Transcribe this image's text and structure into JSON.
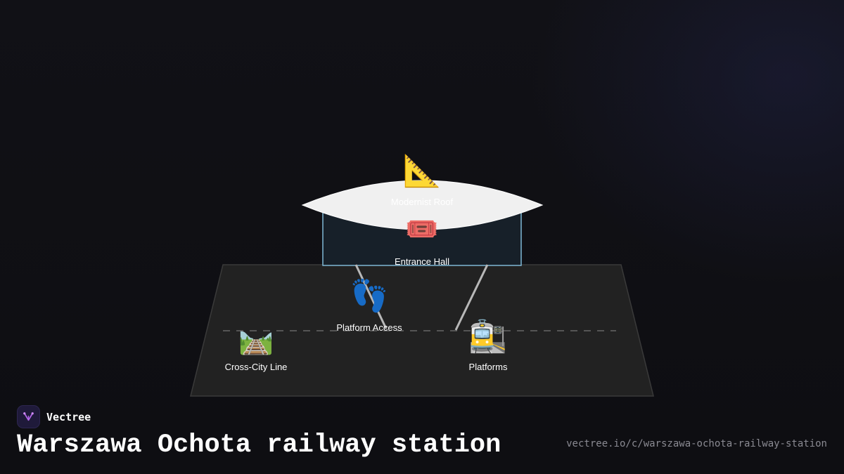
{
  "diagram": {
    "nodes": [
      {
        "id": "roof",
        "label": "Modernist Roof",
        "icon": "triangular-ruler-icon",
        "glyph": "📐"
      },
      {
        "id": "hall",
        "label": "Entrance Hall",
        "icon": "ticket-icon",
        "glyph": "🎟️"
      },
      {
        "id": "access",
        "label": "Platform Access",
        "icon": "footprints-icon",
        "glyph": "👣"
      },
      {
        "id": "line",
        "label": "Cross-City Line",
        "icon": "railway-track-icon",
        "glyph": "🛤️"
      },
      {
        "id": "platforms",
        "label": "Platforms",
        "icon": "train-station-icon",
        "glyph": "🚉"
      }
    ],
    "colors": {
      "roof_fill": "#f0f0f0",
      "hall_fill": "#172029",
      "hall_stroke": "#7fb8d6",
      "ground_fill": "#222222",
      "ground_stroke": "#3a3a3a",
      "track_dash": "#555555",
      "connector": "#b8b8b8"
    }
  },
  "footer": {
    "brand_name": "Vectree",
    "title": "Warszawa Ochota railway station",
    "url": "vectree.io/c/warszawa-ochota-railway-station"
  }
}
